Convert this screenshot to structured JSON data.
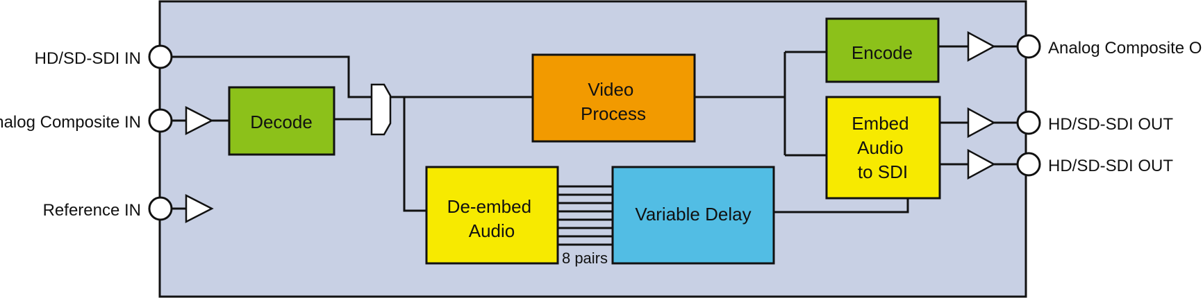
{
  "colors": {
    "panel": "#c8d0e4",
    "green": "#8cc11a",
    "orange": "#f29a00",
    "yellow": "#f7ea00",
    "blue": "#52bde4",
    "line": "#111111"
  },
  "inputs": {
    "hd_sdi_in": "HD/SD-SDI IN",
    "analog_in": "Analog Composite IN",
    "reference_in": "Reference IN"
  },
  "outputs": {
    "analog_out": "Analog Composite OUT",
    "sdi_out_1": "HD/SD-SDI OUT",
    "sdi_out_2": "HD/SD-SDI OUT"
  },
  "blocks": {
    "decode": [
      "Decode"
    ],
    "video_process": [
      "Video",
      "Process"
    ],
    "encode": [
      "Encode"
    ],
    "embed": [
      "Embed",
      "Audio",
      "to SDI"
    ],
    "deembed": [
      "De-embed",
      "Audio"
    ],
    "delay": [
      "Variable Delay"
    ]
  },
  "annotations": {
    "pairs": "8 pairs"
  }
}
